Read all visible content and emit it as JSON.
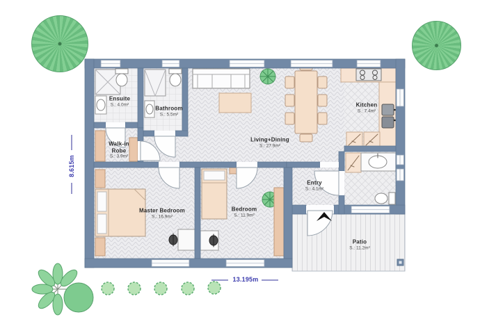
{
  "plan_type": "house-floor-plan",
  "rooms": [
    {
      "name": "Ensuite",
      "area": "S.: 4.0m²"
    },
    {
      "name": "Bathroom",
      "area": "S.: 5.5m²"
    },
    {
      "name": "Walk-in Robe",
      "area": "S.: 3.9m²"
    },
    {
      "name": "Living+Dining",
      "area": "S.: 27.9m²"
    },
    {
      "name": "Kitchen",
      "area": "S.: 7.4m²"
    },
    {
      "name": "Entry",
      "area": "S.: 4.1m²"
    },
    {
      "name": "Master Bedroom",
      "area": "S.: 16.9m²"
    },
    {
      "name": "Bedroom",
      "area": "S.: 11.9m²"
    },
    {
      "name": "Patio",
      "area": "S.: 11.2m²"
    }
  ],
  "dimensions": {
    "height": "8.615m",
    "width": "13.195m"
  },
  "colors": {
    "wall": "#7289a6",
    "furniture": "#f5dfca",
    "wardrobe": "#eac7ab",
    "counter": "#f7e3d2",
    "tree_green": "#7ecb8f",
    "floor": "#ededf0",
    "dimension_text": "#3d3dae"
  },
  "icons": {
    "entry_arrow": "▲",
    "patio_drain": "▣"
  }
}
